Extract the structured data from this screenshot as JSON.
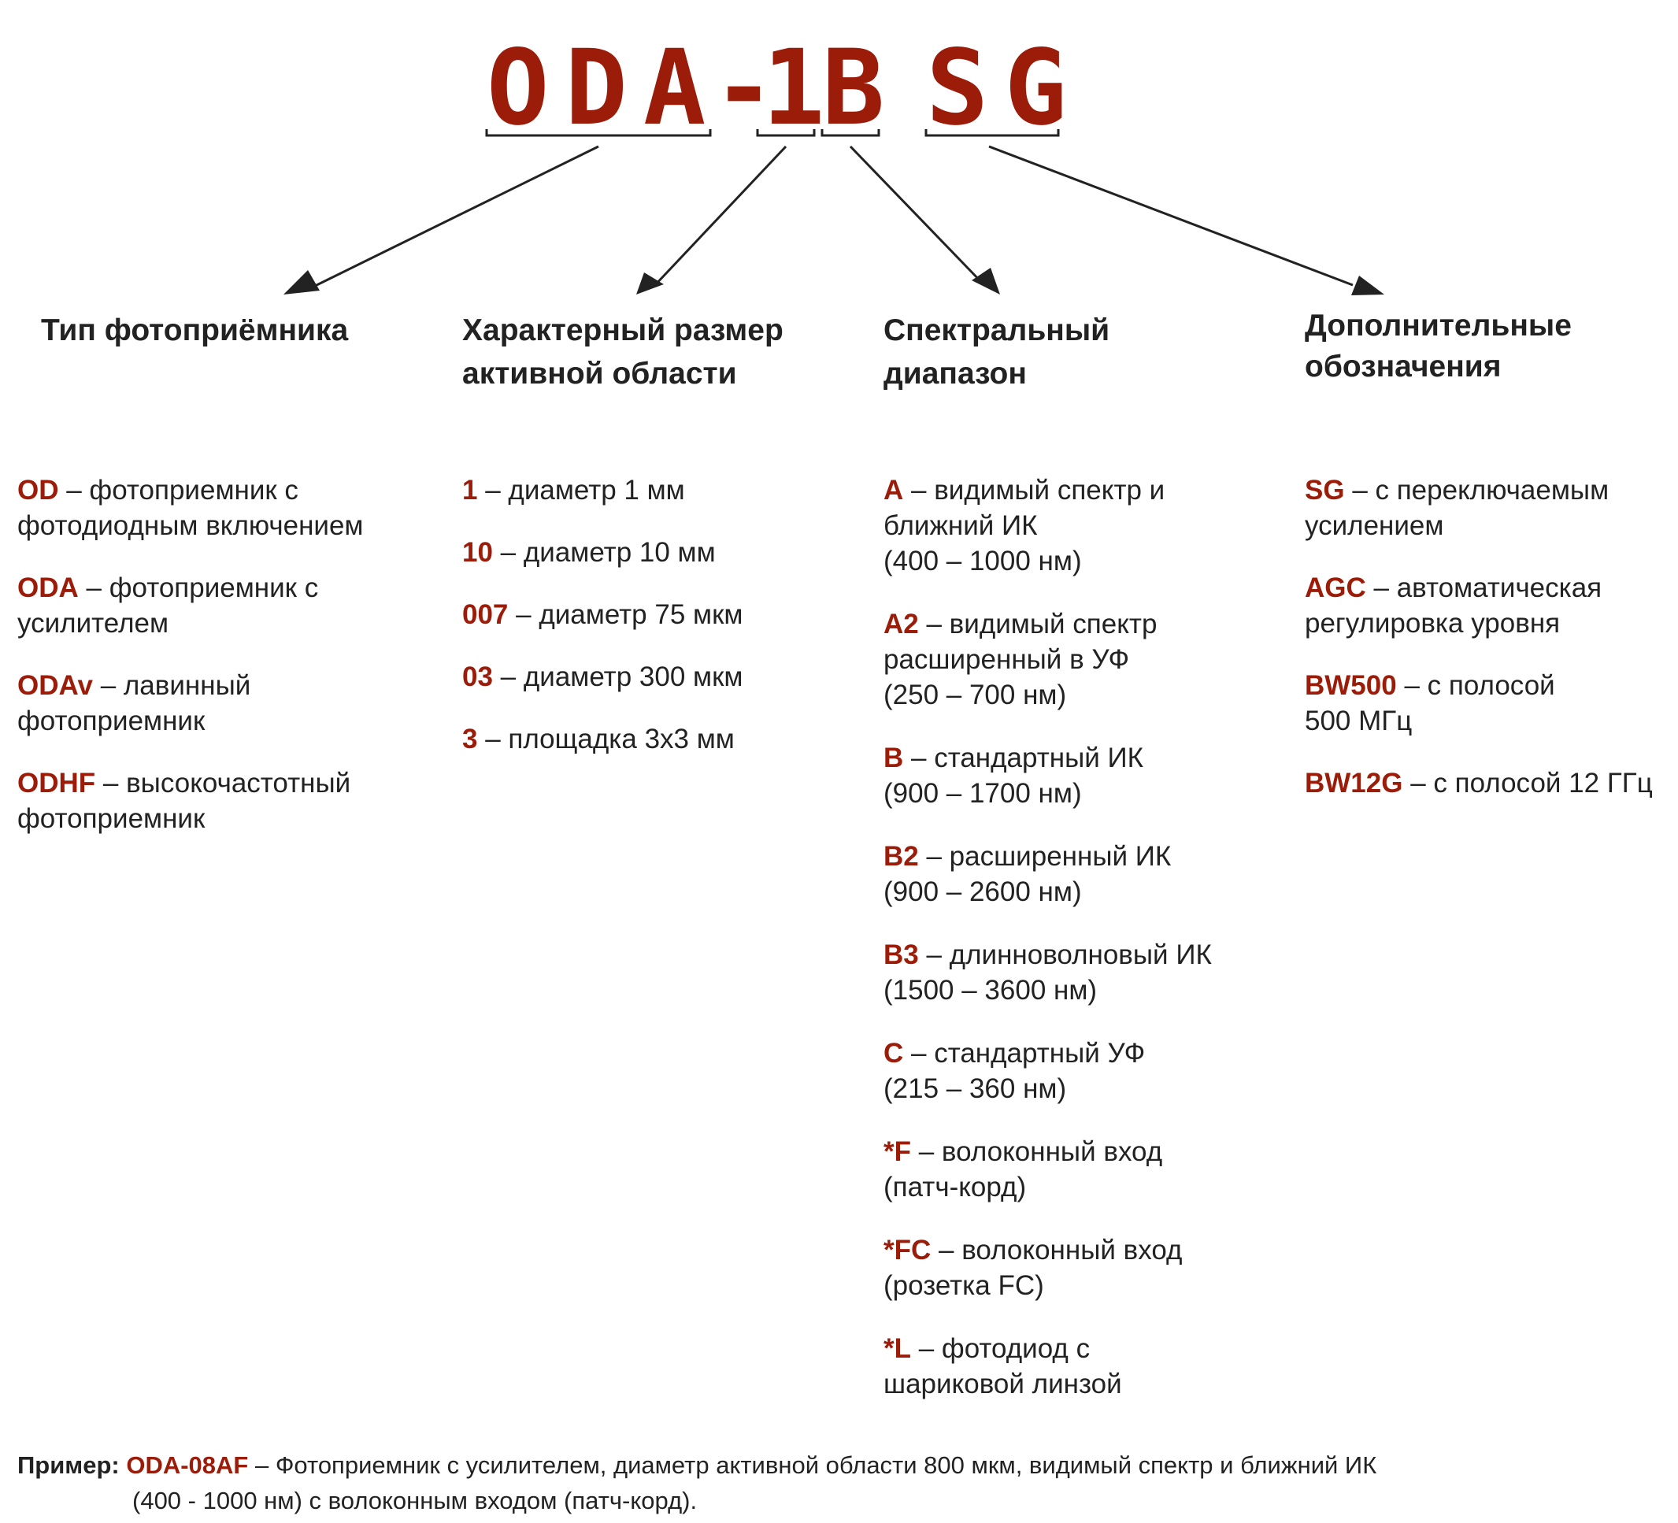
{
  "colors": {
    "accent": "#9c1c0a",
    "text": "#222222",
    "line": "#222222"
  },
  "model": {
    "part1": "ODA",
    "dash": "-",
    "part2": "1",
    "part3": "B",
    "part4": "SG"
  },
  "columns": [
    {
      "heading": [
        "Тип фотоприёмника"
      ],
      "items": [
        {
          "code": "OD",
          "lines": [
            "– фотоприемник с",
            "фотодиодным включением"
          ]
        },
        {
          "code": "ODA",
          "lines": [
            "– фотоприемник с",
            "усилителем"
          ]
        },
        {
          "code": "ODAv",
          "lines": [
            "– лавинный",
            "фотоприемник"
          ]
        },
        {
          "code": "ODHF",
          "lines": [
            "– высокочастотный",
            "фотоприемник"
          ]
        }
      ]
    },
    {
      "heading": [
        "Характерный размер",
        "активной области"
      ],
      "items": [
        {
          "code": "1",
          "lines": [
            "– диаметр 1 мм"
          ]
        },
        {
          "code": "10",
          "lines": [
            "– диаметр 10 мм"
          ]
        },
        {
          "code": "007",
          "lines": [
            "– диаметр 75 мкм"
          ]
        },
        {
          "code": "03",
          "lines": [
            "– диаметр 300 мкм"
          ]
        },
        {
          "code": "3",
          "lines": [
            "– площадка 3x3 мм"
          ]
        }
      ]
    },
    {
      "heading": [
        "Спектральный",
        "диапазон"
      ],
      "items": [
        {
          "code": "A",
          "lines": [
            "– видимый спектр и",
            "ближний ИК",
            "(400 – 1000 нм)"
          ]
        },
        {
          "code": "A2",
          "lines": [
            "– видимый спектр",
            "расширенный в УФ",
            "(250 – 700 нм)"
          ]
        },
        {
          "code": "B",
          "lines": [
            "– стандартный ИК",
            "(900 – 1700 нм)"
          ]
        },
        {
          "code": "B2",
          "lines": [
            "– расширенный ИК",
            "(900 – 2600 нм)"
          ]
        },
        {
          "code": "B3",
          "lines": [
            "– длинноволновый ИК",
            "(1500 – 3600 нм)"
          ]
        },
        {
          "code": "C",
          "lines": [
            "– стандартный УФ",
            "(215 – 360 нм)"
          ]
        },
        {
          "code": "*F",
          "lines": [
            "– волоконный вход",
            "(патч-корд)"
          ]
        },
        {
          "code": "*FC",
          "lines": [
            "– волоконный вход",
            "(розетка FC)"
          ]
        },
        {
          "code": "*L",
          "lines": [
            "– фотодиод с",
            "шариковой линзой"
          ]
        }
      ]
    },
    {
      "heading": [
        "Дополнительные",
        "обозначения"
      ],
      "items": [
        {
          "code": "SG",
          "lines": [
            "– с переключаемым",
            "усилением"
          ]
        },
        {
          "code": "AGC",
          "lines": [
            "– автоматическая",
            "регулировка уровня"
          ]
        },
        {
          "code": "BW500",
          "lines": [
            "– с полосой",
            "500 МГц"
          ]
        },
        {
          "code": "BW12G",
          "lines": [
            "– с полосой 12 ГГц"
          ]
        }
      ]
    }
  ],
  "example": {
    "label": "Пример:",
    "code": "ODA-08AF",
    "line1": "– Фотоприемник с усилителем, диаметр активной области 800 мкм, видимый спектр и ближний ИК",
    "line2": "(400 - 1000 нм) с волоконным входом (патч-корд)."
  }
}
